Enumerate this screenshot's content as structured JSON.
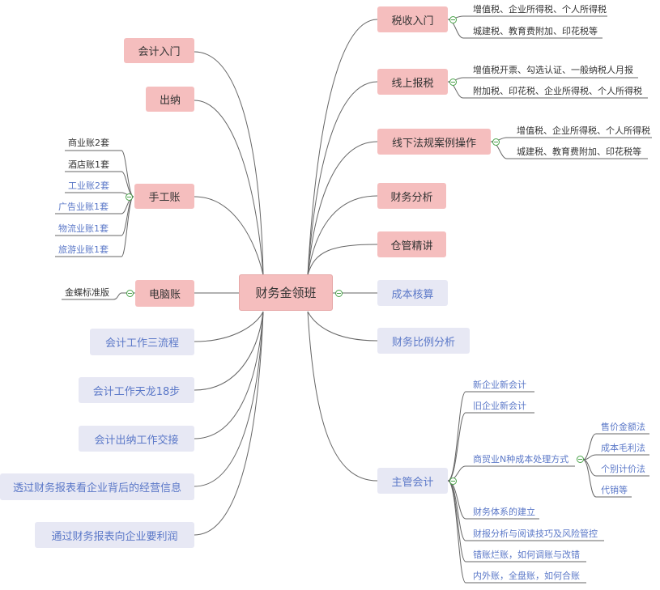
{
  "root": "财务金领班",
  "left": {
    "kuaiji_rumen": "会计入门",
    "chuna": "出纳",
    "shougong": {
      "label": "手工账",
      "children": [
        "商业账2套",
        "酒店账1套",
        "工业账2套",
        "广告业账1套",
        "物流业账1套",
        "旅游业账1套"
      ]
    },
    "diannao": {
      "label": "电脑账",
      "children": [
        "金蝶标准版"
      ]
    },
    "sanliucheng": "会计工作三流程",
    "tianlong": "会计工作天龙18步",
    "jiaojie": "会计出纳工作交接",
    "jingying": "透过财务报表看企业背后的经营信息",
    "yaolirun": "通过财务报表向企业要利润"
  },
  "right": {
    "shuishou": {
      "label": "税收入门",
      "children": [
        "增值税、企业所得税、个人所得税",
        "城建税、教育费附加、印花税等"
      ]
    },
    "xianshang": {
      "label": "线上报税",
      "children": [
        "增值税开票、勾选认证、一般纳税人月报",
        "附加税、印花税、企业所得税、个人所得税"
      ]
    },
    "xianxia": {
      "label": "线下法规案例操作",
      "children": [
        "增值税、企业所得税、个人所得税",
        "城建税、教育费附加、印花税等"
      ]
    },
    "caiwu_fenxi": "财务分析",
    "cangguan": "仓管精讲",
    "chengben": "成本核算",
    "bili": "财务比例分析",
    "zhuguan": {
      "label": "主管会计",
      "children": [
        "新企业新会计",
        "旧企业新会计",
        "商贸业N种成本处理方式",
        "财务体系的建立",
        "财报分析与阅读技巧及风险管控",
        "错账烂账，如何调账与改错",
        "内外账，全盘账，如何合账"
      ],
      "shangmao_children": [
        "售价金额法",
        "成本毛利法",
        "个别计价法",
        "代销等"
      ]
    }
  }
}
